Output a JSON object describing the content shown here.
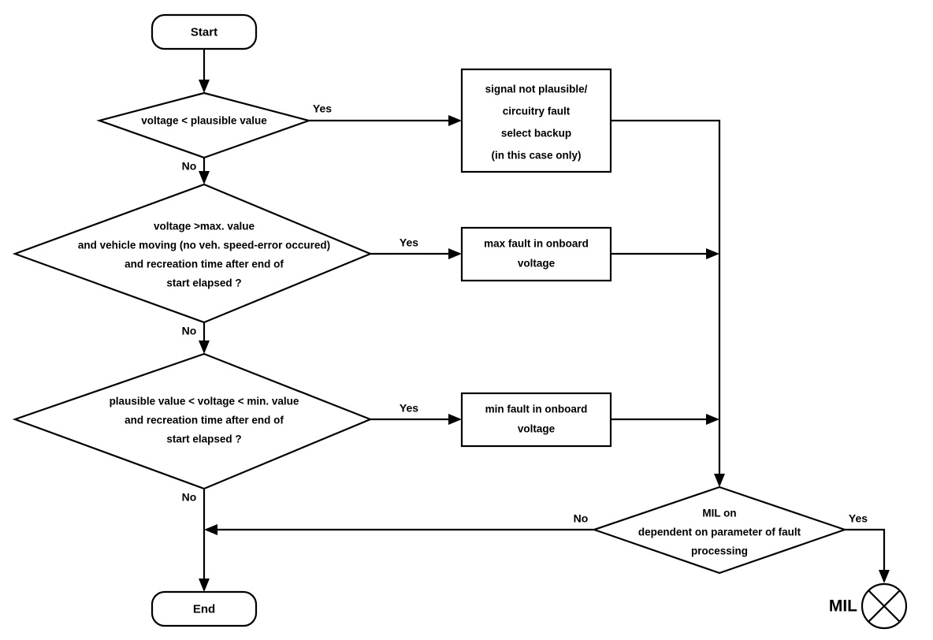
{
  "diagram": {
    "title": "Onboard voltage plausibility fault processing flowchart",
    "background_color": "#ffffff",
    "line_color": "#000000",
    "nodes": {
      "start": {
        "label": "Start",
        "shape": "terminator"
      },
      "end": {
        "label": "End",
        "shape": "terminator"
      },
      "decision_plausible": {
        "shape": "decision",
        "lines": [
          "voltage < plausible value"
        ]
      },
      "decision_max": {
        "shape": "decision",
        "lines": [
          "voltage >max. value",
          "and vehicle moving (no veh. speed-error occured)",
          "and recreation time  after end of",
          "start elapsed ?"
        ]
      },
      "decision_min": {
        "shape": "decision",
        "lines": [
          "plausible value < voltage < min. value",
          "and recreation time after end of",
          "start elapsed ?"
        ]
      },
      "decision_mil": {
        "shape": "decision",
        "lines": [
          "MIL on",
          "dependent on parameter of fault",
          "processing"
        ]
      },
      "process_signal": {
        "shape": "process",
        "lines": [
          "signal not plausible/",
          "circuitry fault",
          "select backup",
          "(in this case only)"
        ]
      },
      "process_max_fault": {
        "shape": "process",
        "lines": [
          "max fault in onboard",
          "voltage"
        ]
      },
      "process_min_fault": {
        "shape": "process",
        "lines": [
          "min fault in onboard",
          "voltage"
        ]
      },
      "mil_lamp": {
        "shape": "lamp-circle-x",
        "label": "MIL"
      }
    },
    "edge_labels": {
      "yes_plausible": "Yes",
      "no_plausible": "No",
      "yes_max": "Yes",
      "no_max": "No",
      "yes_min": "Yes",
      "no_min": "No",
      "no_mil": "No",
      "yes_mil": "Yes"
    }
  }
}
